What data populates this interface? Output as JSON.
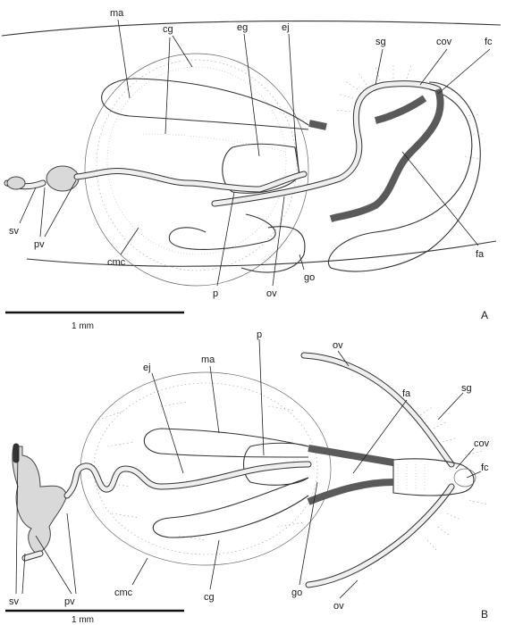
{
  "panels": [
    {
      "letter": "A",
      "scale_label": "1 mm",
      "labels": {
        "ma": "ma",
        "cg": "cg",
        "eg": "eg",
        "ej": "ej",
        "sg": "sg",
        "cov": "cov",
        "fc": "fc",
        "sv": "sv",
        "pv": "pv",
        "cmc": "cmc",
        "p": "p",
        "ov": "ov",
        "go": "go",
        "fa": "fa"
      }
    },
    {
      "letter": "B",
      "scale_label": "1 mm",
      "labels": {
        "ov_top": "ov",
        "ma": "ma",
        "p": "p",
        "ej": "ej",
        "fa": "fa",
        "sg": "sg",
        "cov": "cov",
        "fc": "fc",
        "sv": "sv",
        "pv": "pv",
        "cmc": "cmc",
        "cg": "cg",
        "go": "go",
        "ov_bottom": "ov"
      }
    }
  ]
}
